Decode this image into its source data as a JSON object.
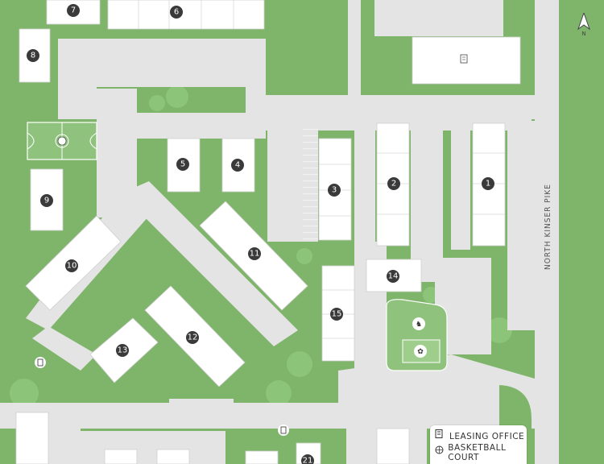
{
  "buildings": [
    {
      "id": "b1",
      "label": "1"
    },
    {
      "id": "b2",
      "label": "2"
    },
    {
      "id": "b3",
      "label": "3"
    },
    {
      "id": "b4",
      "label": "4"
    },
    {
      "id": "b5",
      "label": "5"
    },
    {
      "id": "b6",
      "label": "6"
    },
    {
      "id": "b7",
      "label": "7"
    },
    {
      "id": "b8",
      "label": "8"
    },
    {
      "id": "b9",
      "label": "9"
    },
    {
      "id": "b10",
      "label": "10"
    },
    {
      "id": "b11",
      "label": "11"
    },
    {
      "id": "b12",
      "label": "12"
    },
    {
      "id": "b13",
      "label": "13"
    },
    {
      "id": "b14",
      "label": "14"
    },
    {
      "id": "b15",
      "label": "15"
    },
    {
      "id": "b21",
      "label": "21"
    }
  ],
  "road": {
    "name": "NORTH KINSER PIKE"
  },
  "compass": {
    "letter": "N"
  },
  "legend": {
    "items": [
      {
        "label": "LEASING OFFICE",
        "icon": "building-icon"
      },
      {
        "label": "BASKETBALL COURT",
        "icon": "basketball-icon"
      }
    ]
  },
  "colors": {
    "grass": "#7fb56a",
    "road": "#e4e4e4",
    "building": "#ffffff",
    "label_bg": "#3a3a3a",
    "tree": "#8cc47a"
  }
}
